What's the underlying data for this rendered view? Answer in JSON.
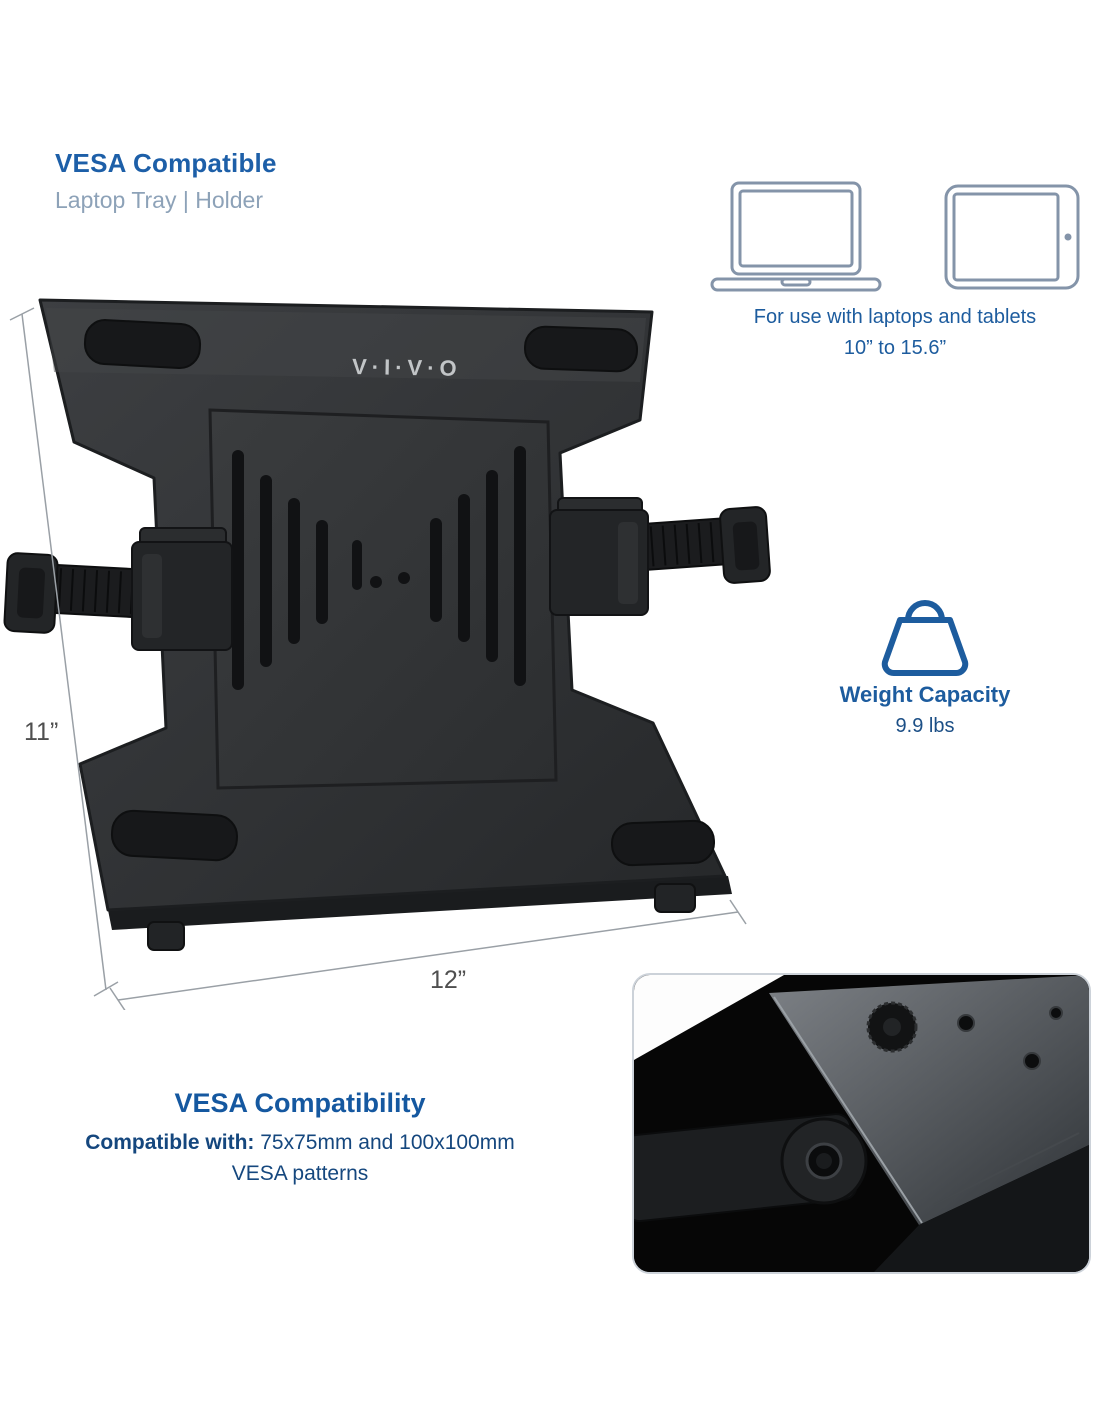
{
  "header": {
    "title": "VESA Compatible",
    "subtitle": "Laptop Tray | Holder"
  },
  "compatibility_note": {
    "line1": "For use with laptops and tablets",
    "line2": "10” to 15.6”"
  },
  "product": {
    "brand": "V·I·V·O",
    "height_label": "11”",
    "width_label": "12”"
  },
  "weight": {
    "title": "Weight Capacity",
    "value": "9.9 lbs"
  },
  "vesa": {
    "title": "VESA Compatibility",
    "line1_bold": "Compatible with:",
    "line1_rest": " 75x75mm and 100x100mm",
    "line2": "VESA patterns"
  },
  "colors": {
    "heading_blue": "#1d5fa8",
    "subtitle_gray": "#8da2b8",
    "body_blue": "#15477e",
    "icon_stroke": "#8494a9",
    "tray_dark": "#2f3133"
  }
}
